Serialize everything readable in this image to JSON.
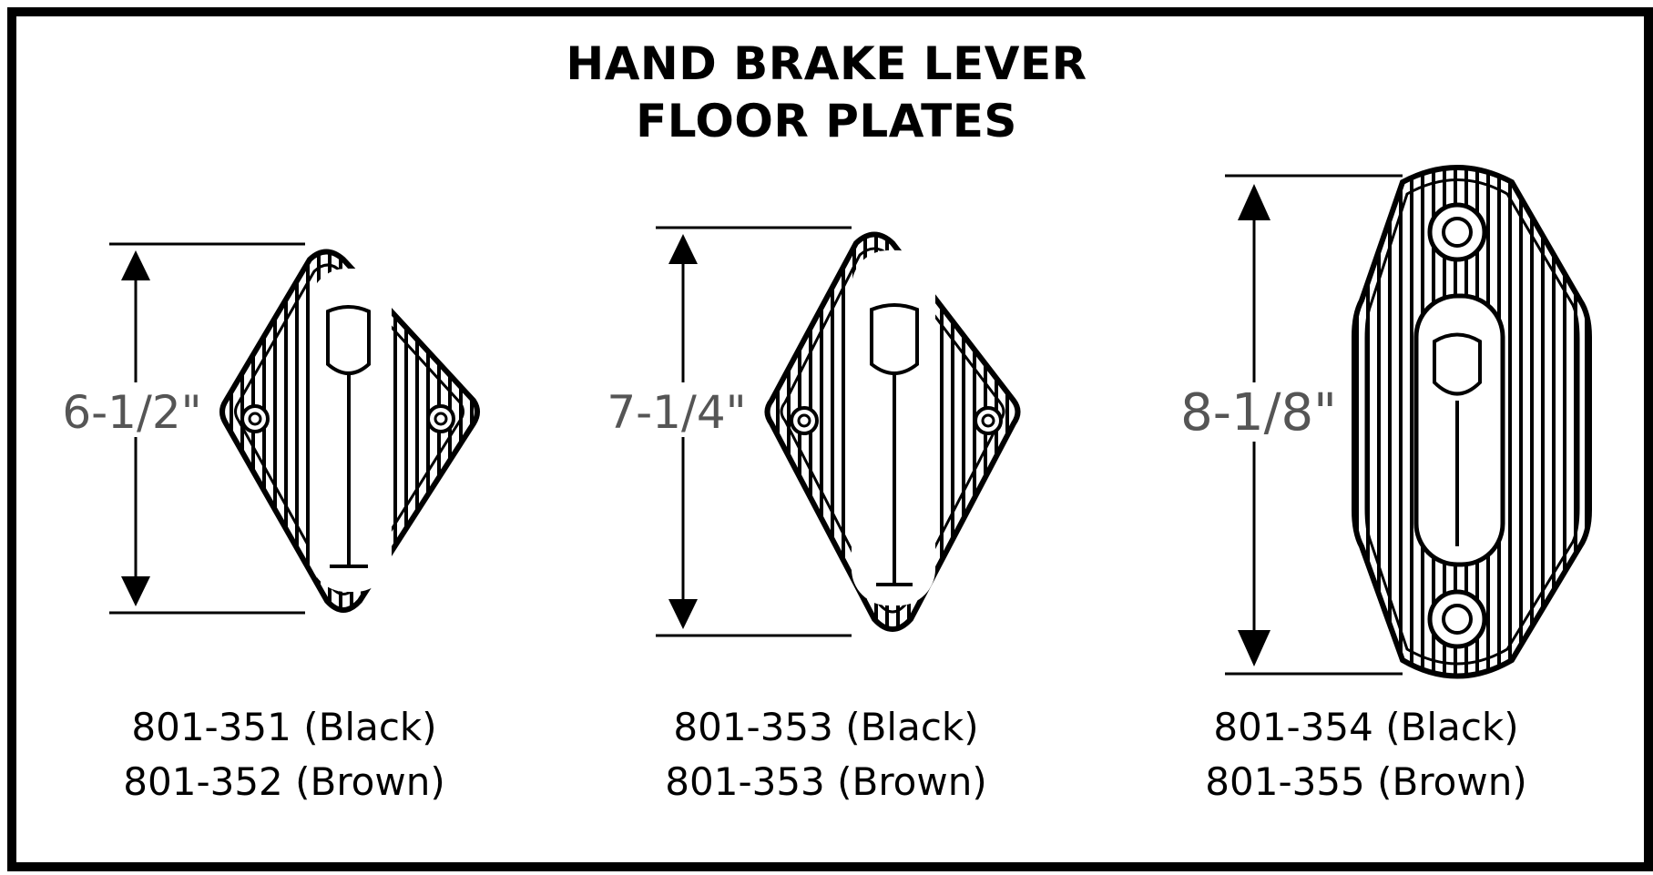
{
  "title": {
    "line1": "HAND BRAKE LEVER",
    "line2": "FLOOR PLATES"
  },
  "plates": [
    {
      "dimension": "6-1/2\"",
      "black": "801-351 (Black)",
      "brown": "801-352 (Brown)"
    },
    {
      "dimension": "7-1/4\"",
      "black": "801-353 (Black)",
      "brown": "801-353 (Brown)"
    },
    {
      "dimension": "8-1/8\"",
      "black": "801-354 (Black)",
      "brown": "801-355 (Brown)"
    }
  ]
}
